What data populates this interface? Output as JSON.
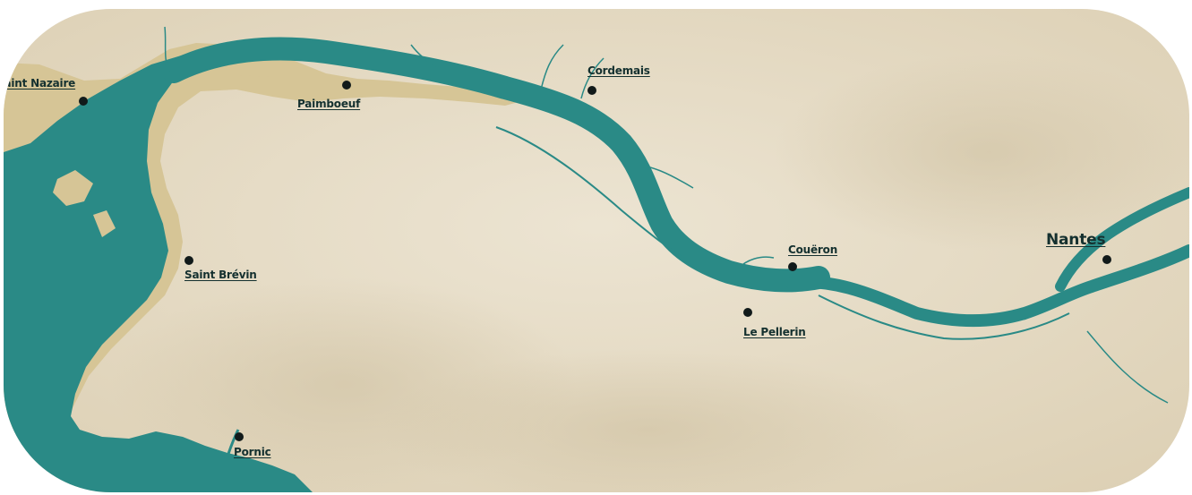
{
  "map": {
    "colors": {
      "water": "#2a8a86",
      "sand": "#d6c596",
      "parchment": "#e9e0cc",
      "parchment_dark": "#d9cdb3",
      "label": "#14302f",
      "dot": "#111a1a"
    },
    "places": [
      {
        "id": "saint-nazaire",
        "name": "Saint Nazaire"
      },
      {
        "id": "paimboeuf",
        "name": "Paimboeuf"
      },
      {
        "id": "cordemais",
        "name": "Cordemais"
      },
      {
        "id": "saint-brevin",
        "name": "Saint Brévin"
      },
      {
        "id": "coueron",
        "name": "Couëron"
      },
      {
        "id": "le-pellerin",
        "name": "Le Pellerin"
      },
      {
        "id": "nantes",
        "name": "Nantes"
      },
      {
        "id": "pornic",
        "name": "Pornic"
      }
    ]
  }
}
